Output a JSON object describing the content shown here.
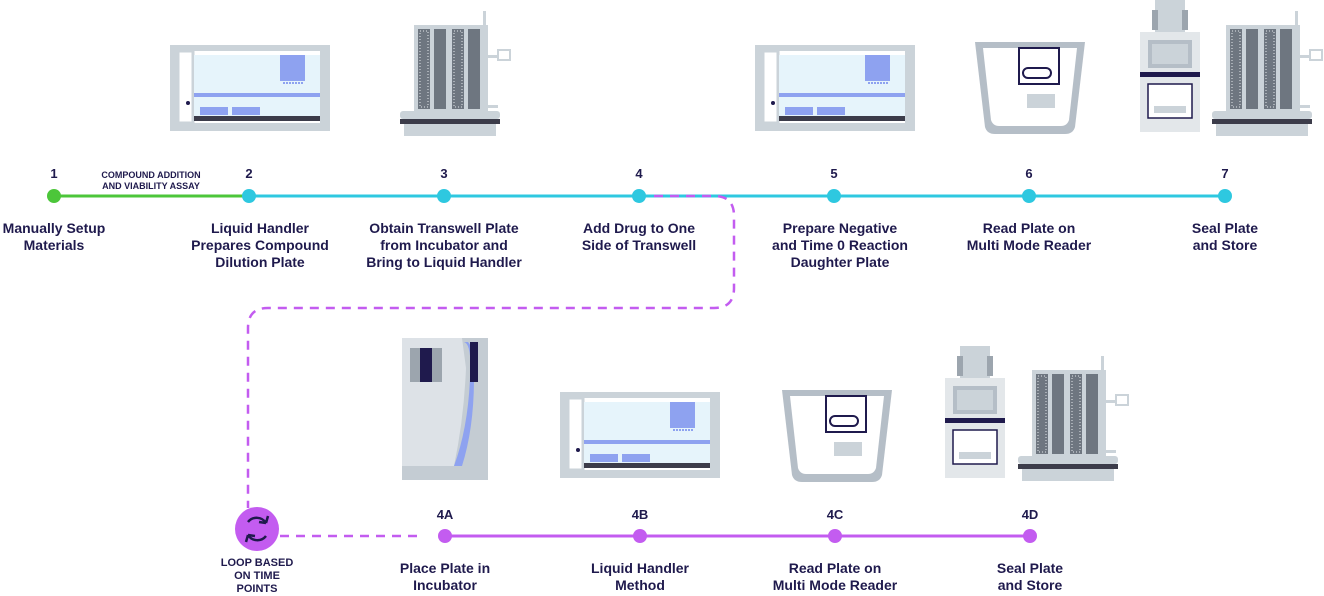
{
  "phase_label": [
    "COMPOUND ADDITION",
    "AND VIABILITY ASSAY"
  ],
  "main_steps": [
    {
      "num": "1",
      "label": [
        "Manually Setup",
        "Materials"
      ]
    },
    {
      "num": "2",
      "label": [
        "Liquid Handler",
        "Prepares Compound",
        "Dilution Plate"
      ]
    },
    {
      "num": "3",
      "label": [
        "Obtain Transwell Plate",
        "from Incubator and",
        "Bring to Liquid Handler"
      ]
    },
    {
      "num": "4",
      "label": [
        "Add Drug to One",
        "Side of Transwell"
      ]
    },
    {
      "num": "5",
      "label": [
        "Prepare Negative",
        "and Time 0 Reaction",
        "Daughter Plate"
      ]
    },
    {
      "num": "6",
      "label": [
        "Read Plate on",
        "Multi Mode Reader"
      ]
    },
    {
      "num": "7",
      "label": [
        "Seal Plate",
        "and Store"
      ]
    }
  ],
  "loop_label": [
    "LOOP BASED",
    "ON TIME",
    "POINTS"
  ],
  "loop_steps": [
    {
      "num": "4A",
      "label": [
        "Place Plate in",
        "Incubator"
      ]
    },
    {
      "num": "4B",
      "label": [
        "Liquid Handler",
        "Method"
      ]
    },
    {
      "num": "4C",
      "label": [
        "Read Plate on",
        "Multi Mode Reader"
      ]
    },
    {
      "num": "4D",
      "label": [
        "Seal Plate",
        "and Store"
      ]
    }
  ],
  "colors": {
    "start_green": "#4cc63a",
    "main_cyan": "#2ec8e0",
    "loop_purple": "#c35cf0",
    "navy_text": "#1f1a4d",
    "device_gray": "#cbd3d9",
    "device_blue": "#8ea2f0"
  }
}
